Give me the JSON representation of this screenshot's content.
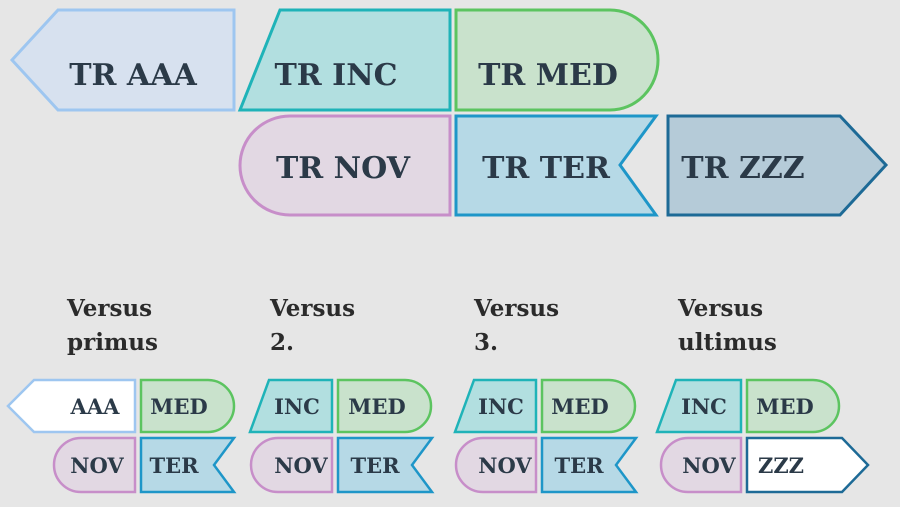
{
  "colors": {
    "background": "#e6e6e6",
    "aaa_stroke": "#9ec6f0",
    "aaa_fill": "#d7e1ef",
    "inc_stroke": "#1fb3b8",
    "inc_fill": "#b2dfe0",
    "med_stroke": "#5cc460",
    "med_fill": "#c9e2cc",
    "nov_stroke": "#c78ec9",
    "nov_fill": "#e2d8e3",
    "ter_stroke": "#1e96c8",
    "ter_fill": "#b6d9e6",
    "zzz_stroke": "#1d6a96",
    "zzz_fill": "#b5cbd8",
    "text_dark": "#2b3a48"
  },
  "tags": {
    "aaa": {
      "label": "TR AAA",
      "short": "AAA",
      "icon": "arrow-left-tag-icon"
    },
    "inc": {
      "label": "TR INC",
      "short": "INC",
      "icon": "parallelogram-tag-icon"
    },
    "med": {
      "label": "TR MED",
      "short": "MED",
      "icon": "rounded-right-tag-icon"
    },
    "nov": {
      "label": "TR NOV",
      "short": "NOV",
      "icon": "rounded-left-tag-icon"
    },
    "ter": {
      "label": "TR TER",
      "short": "TER",
      "icon": "notched-right-tag-icon"
    },
    "zzz": {
      "label": "TR ZZZ",
      "short": "ZZZ",
      "icon": "arrow-right-tag-icon"
    }
  },
  "verses": [
    {
      "line1": "Versus",
      "line2": "primus"
    },
    {
      "line1": "Versus",
      "line2": "2."
    },
    {
      "line1": "Versus",
      "line2": "3."
    },
    {
      "line1": "Versus",
      "line2": "ultimus"
    }
  ]
}
